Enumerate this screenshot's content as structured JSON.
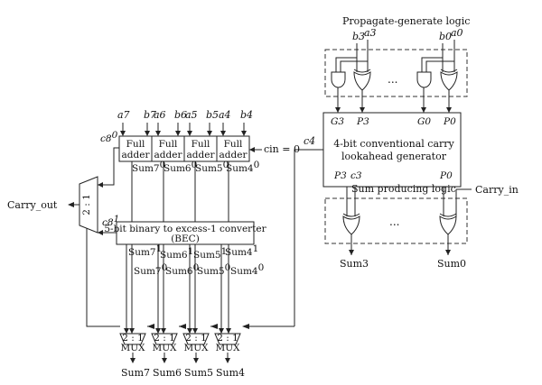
{
  "titles": {
    "propagate_generate": "Propagate-generate logic",
    "sum_producing": "Sum producing logic"
  },
  "inputs_pg": {
    "b3": "b3",
    "a3": "a3",
    "b0": "b0",
    "a0": "a0",
    "dots": "..."
  },
  "cla": {
    "G3": "G3",
    "P3": "P3",
    "G0": "G0",
    "P0": "P0",
    "line1": "4-bit conventional carry",
    "line2": "lookahead generator",
    "c4": "c4",
    "out_P3": "P3",
    "out_c3": "c3",
    "out_P0": "P0"
  },
  "sum_logic": {
    "carry_in": "Carry_in",
    "dots": "...",
    "sum3": "Sum3",
    "sum0": "Sum0"
  },
  "rca": {
    "inputs": [
      "a7",
      "b7",
      "a6",
      "b6",
      "a5",
      "b5",
      "a4",
      "b4"
    ],
    "c8": "c8",
    "c8_zero": "0",
    "full_adder_line1": "Full",
    "full_adder_line2": "adder",
    "cin": "cin = 0",
    "sums0": [
      "Sum7",
      "Sum6",
      "Sum5",
      "Sum4"
    ],
    "sums0_sup": "0"
  },
  "bec": {
    "label": "5-bit binary to excess-1 converter",
    "label2": "(BEC)",
    "c8": "c8",
    "c8_one": "1",
    "sums1": [
      "Sum7",
      "Sum6",
      "Sum5",
      "Sum4"
    ],
    "sums1_sup": "1"
  },
  "mux": {
    "label": "2 : 1",
    "label2": "MUX",
    "carry_out": "Carry_out",
    "outputs": [
      "Sum7",
      "Sum6",
      "Sum5",
      "Sum4"
    ]
  }
}
